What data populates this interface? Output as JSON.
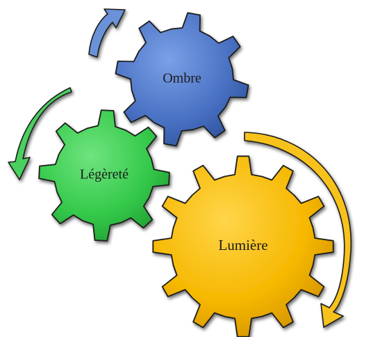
{
  "diagram": {
    "gears": [
      {
        "id": "ombre",
        "label": "Ombre",
        "color": "#4a72c4",
        "highlight": "#8fb0ec",
        "shade": "#2c4f9a",
        "teeth": 8
      },
      {
        "id": "legerete",
        "label": "Légèreté",
        "color": "#34c94a",
        "highlight": "#8ef09a",
        "shade": "#1f9a31",
        "teeth": 8
      },
      {
        "id": "lumiere",
        "label": "Lumière",
        "color": "#f6b800",
        "highlight": "#ffe07a",
        "shade": "#cf8f00",
        "teeth": 12
      }
    ],
    "arrows": [
      {
        "id": "blue-arrow",
        "color": "#6a92d8",
        "direction": "clockwise"
      },
      {
        "id": "green-arrow",
        "color": "#49d05e",
        "direction": "counter-clockwise"
      },
      {
        "id": "yellow-arrow",
        "color": "#f8c21c",
        "direction": "clockwise"
      }
    ]
  }
}
